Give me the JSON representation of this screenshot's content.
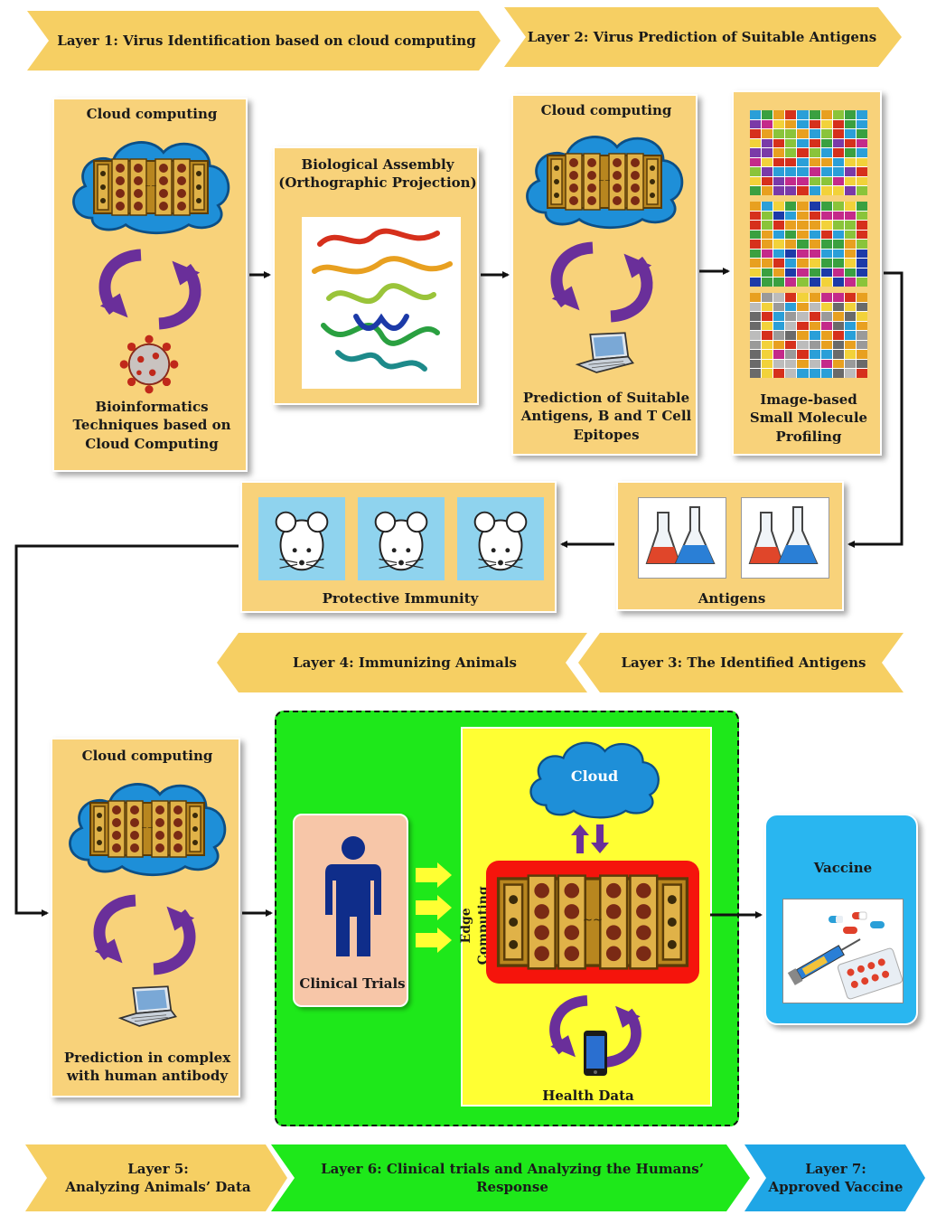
{
  "banners": {
    "layer1": "Layer 1: Virus Identification based on cloud computing",
    "layer2": "Layer 2: Virus Prediction of Suitable Antigens",
    "layer3": "Layer 3: The Identified Antigens",
    "layer4": "Layer 4: Immunizing Animals",
    "layer5_line1": "Layer 5:",
    "layer5_line2": "Analyzing Animals’ Data",
    "layer6_line1": "Layer 6: Clinical trials and Analyzing  the Humans’",
    "layer6_line2": "Response",
    "layer7_line1": "Layer 7:",
    "layer7_line2": "Approved Vaccine"
  },
  "panels": {
    "p1": {
      "title": "Cloud computing",
      "caption_line1": "Bioinformatics",
      "caption_line2": "Techniques based on",
      "caption_line3": "Cloud Computing"
    },
    "p2": {
      "title_line1": "Biological Assembly",
      "title_line2": "(Orthographic Projection)"
    },
    "p3": {
      "title": "Cloud computing",
      "caption_line1": "Prediction of Suitable",
      "caption_line2": "Antigens, B and T Cell",
      "caption_line3": "Epitopes"
    },
    "p4": {
      "caption_line1": "Image-based",
      "caption_line2": "Small Molecule",
      "caption_line3": "Profiling"
    },
    "antigens": {
      "caption": "Antigens"
    },
    "immunity": {
      "caption": "Protective Immunity"
    },
    "p5": {
      "title": "Cloud computing",
      "caption_line1": "Prediction in complex",
      "caption_line2": "with human antibody"
    },
    "edge": {
      "cloud_label": "Cloud",
      "vertical_label": "Edge Computing",
      "health_label": "Health Data",
      "clinical_label": "Clinical Trials"
    },
    "vaccine": {
      "title": "Vaccine"
    }
  },
  "colors": {
    "panel_yellow": "#f8d27a",
    "banner_yellow": "#f6cf63",
    "green": "#1ee81a",
    "bright_yellow": "#ffff33",
    "red": "#f5140c",
    "cloud_blue": "#1e8fd8",
    "vaccine_blue": "#29b6f0",
    "arrow_purple": "#6a2f9a",
    "person_blue": "#0f2d8a"
  },
  "icons": [
    "server-rack-icon",
    "cloud-icon",
    "cycle-arrows-icon",
    "virus-icon",
    "protein-structure-icon",
    "laptop-icon",
    "mosaic-grid-icon",
    "flask-icon",
    "mouse-icon",
    "person-icon",
    "smartphone-icon",
    "pills-syringe-icon"
  ]
}
